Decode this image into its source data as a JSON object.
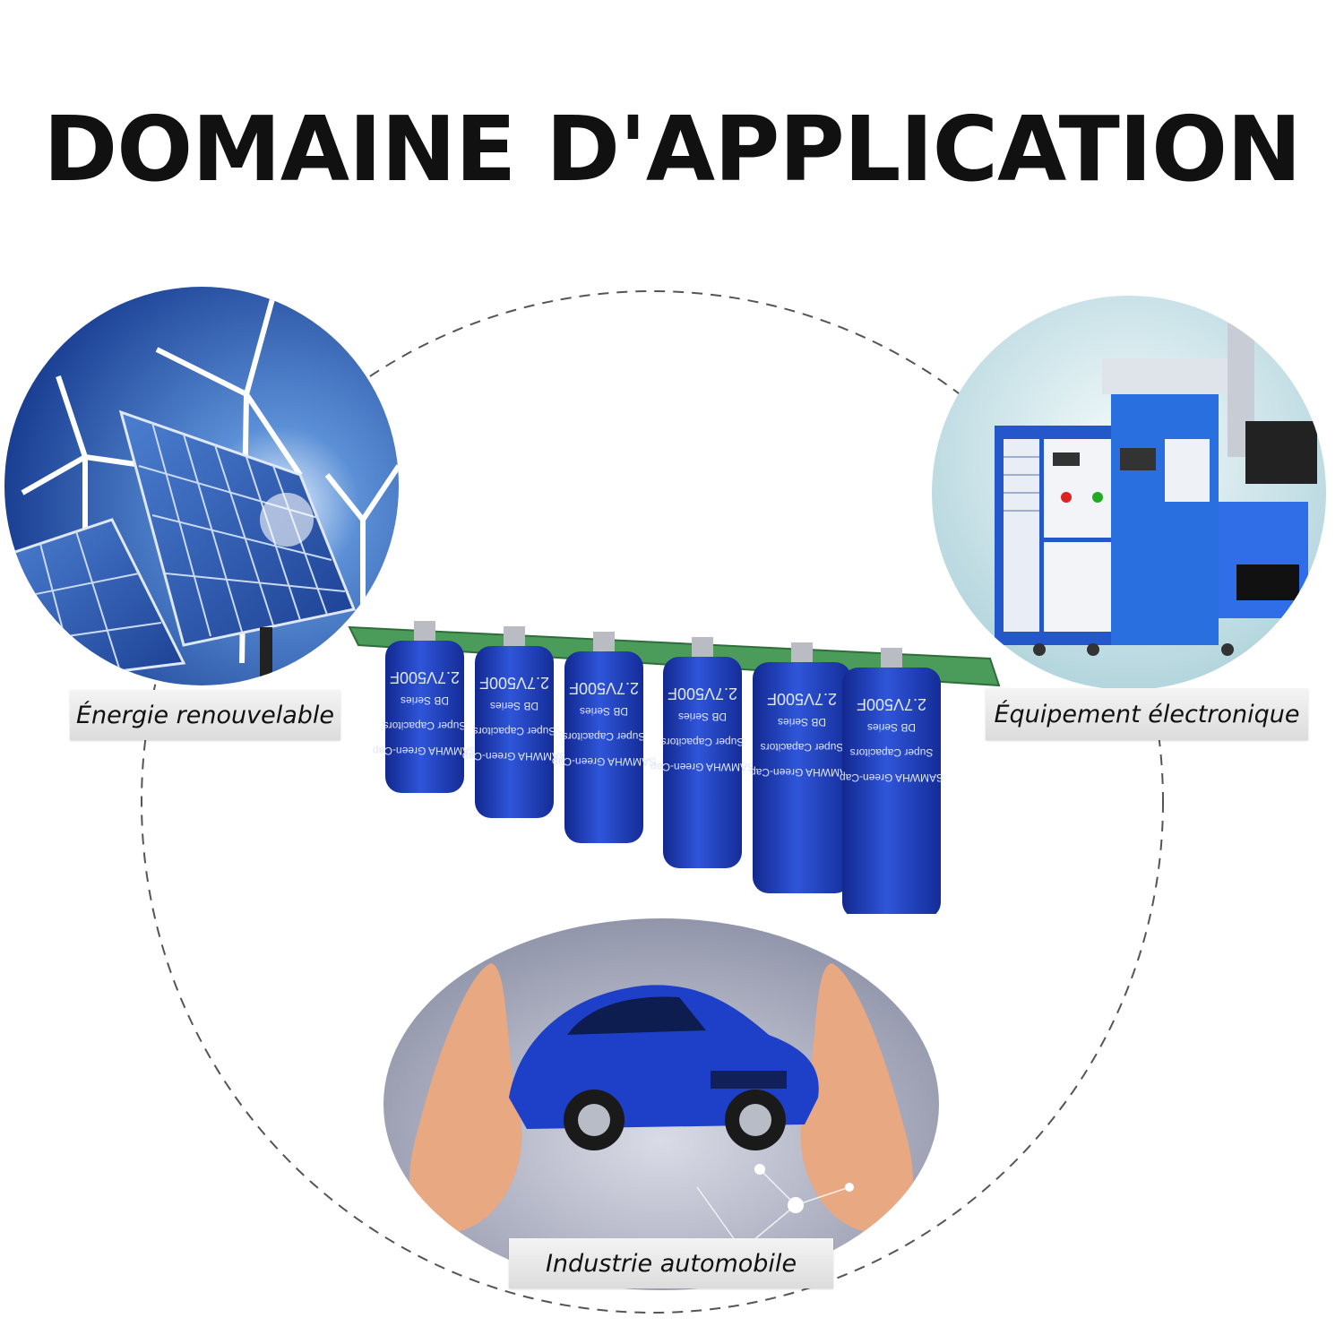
{
  "title": "DOMAINE D'APPLICATION",
  "applications": [
    {
      "label": "Énergie renouvelable",
      "icon": "wind-solar-image"
    },
    {
      "label": "Équipement électronique",
      "icon": "laser-machine-image"
    },
    {
      "label": "Industrie automobile",
      "icon": "car-hands-image"
    }
  ],
  "product": {
    "brand": "SAMWHA Green-Cap",
    "rating": "2.7V500F",
    "series": "DB Series",
    "type": "Super Capacitors",
    "count": 6
  },
  "colors": {
    "capacitor_blue": "#1f3fbf",
    "pcb_green": "#3e8a4e",
    "ring_dash": "#555555"
  }
}
